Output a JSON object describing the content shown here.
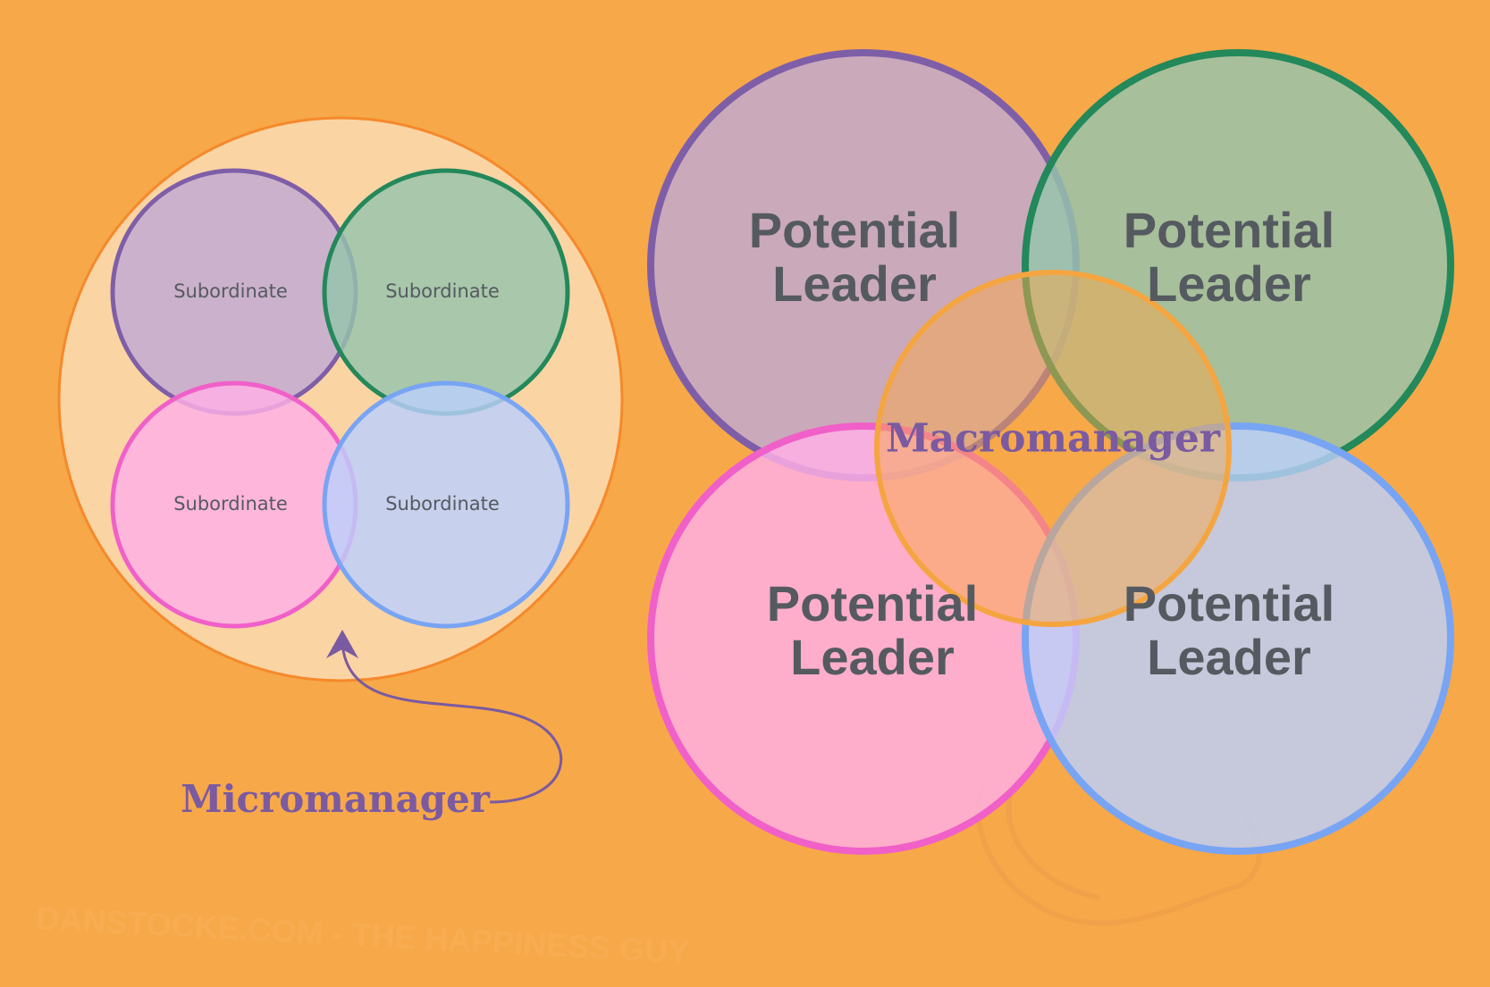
{
  "micro_diagram": {
    "subordinates": [
      {
        "label": "Subordinate",
        "color": "#7f5ea8",
        "fill": "#bfa9d3"
      },
      {
        "label": "Subordinate",
        "color": "#23885a",
        "fill": "#95c5ac"
      },
      {
        "label": "Subordinate",
        "color": "#f060c8",
        "fill": "#ffb0e6"
      },
      {
        "label": "Subordinate",
        "color": "#78a4f4",
        "fill": "#bbd0fb"
      }
    ],
    "container": {
      "color": "#f5892b",
      "fill": "#fbd4a4"
    },
    "label": "Micromanager",
    "arrow_color": "#7a5aa0"
  },
  "macro_diagram": {
    "leaders": [
      {
        "line1": "Potential",
        "line2": "Leader",
        "color": "#7f5ea8",
        "fill": "#bfa9d3"
      },
      {
        "line1": "Potential",
        "line2": "Leader",
        "color": "#23885a",
        "fill": "#95c5ac"
      },
      {
        "line1": "Potential",
        "line2": "Leader",
        "color": "#f060c8",
        "fill": "#ffb0e6"
      },
      {
        "line1": "Potential",
        "line2": "Leader",
        "color": "#78a4f4",
        "fill": "#bbd0fb"
      }
    ],
    "center": {
      "label": "Macromanager",
      "color": "#f5a540",
      "fill": "#f7a849"
    }
  },
  "watermark": "DANSTOCKE.COM - THE HAPPINESS GUY",
  "colors": {
    "background": "#f7a849",
    "text_dark": "#555a60",
    "accent_purple": "#7a5aa0"
  }
}
